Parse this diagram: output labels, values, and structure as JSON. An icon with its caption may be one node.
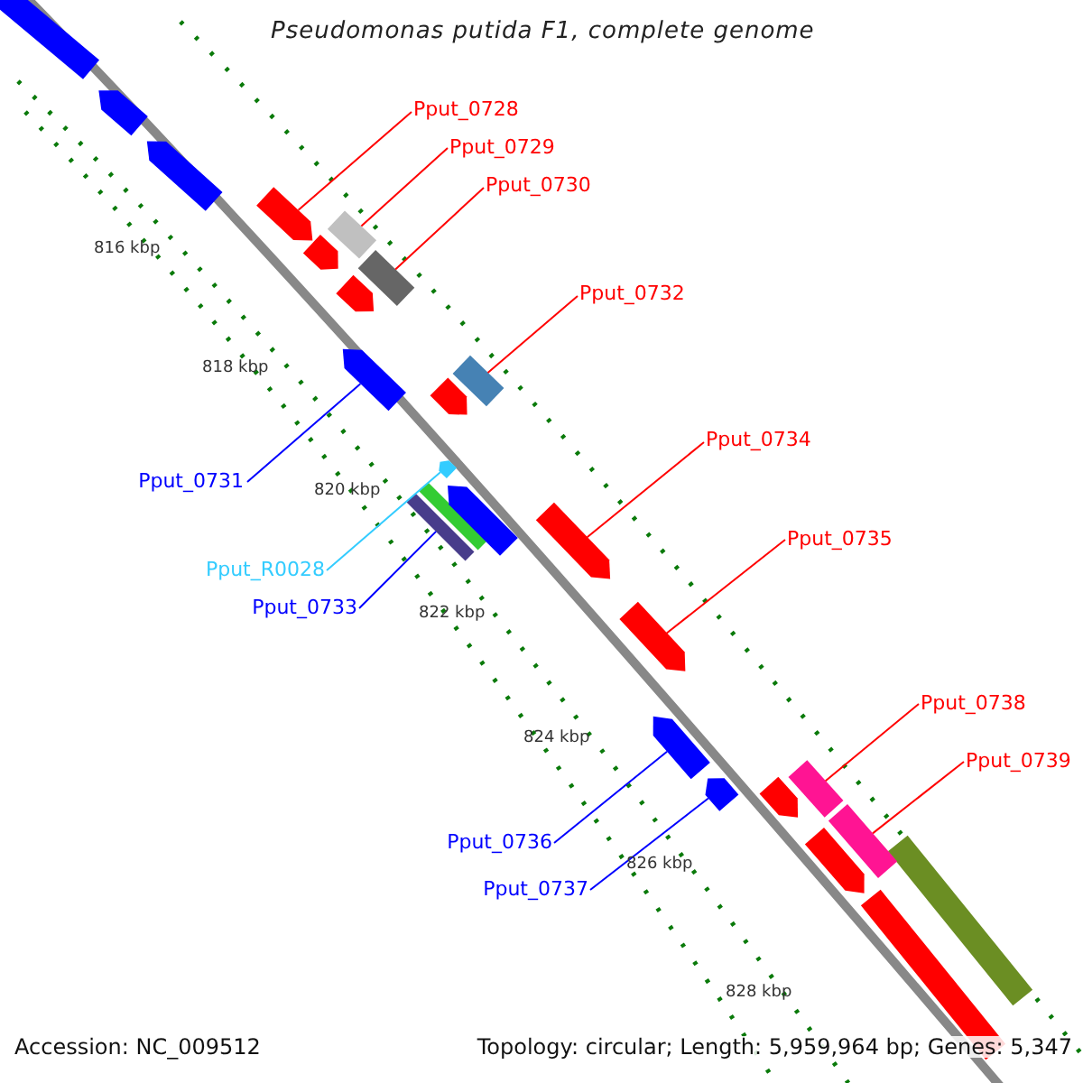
{
  "diagram": {
    "title": "Pseudomonas putida F1, complete genome",
    "nodes": [
      {
        "text": [
          "Pput_0728"
        ]
      },
      {
        "text": [
          "Pput_0729"
        ]
      },
      {
        "text": [
          "Pput_0730"
        ]
      },
      {
        "text": [
          "Pput_0732"
        ]
      },
      {
        "text": [
          "Pput_0731"
        ]
      },
      {
        "text": [
          "Pput_0734"
        ]
      },
      {
        "text": [
          "Pput_R0028"
        ]
      },
      {
        "text": [
          "Pput_0735"
        ]
      },
      {
        "text": [
          "Pput_0733"
        ]
      },
      {
        "text": [
          "Pput_0738"
        ]
      },
      {
        "text": [
          "Pput_0739"
        ]
      },
      {
        "text": [
          "Pput_0736"
        ]
      },
      {
        "text": [
          "Pput_0737"
        ]
      },
      {
        "text": [],
        "shape": "bar"
      },
      {
        "text": [],
        "shape": "bar"
      },
      {
        "text": [],
        "shape": "bar"
      },
      {
        "text": [],
        "shape": "bar"
      },
      {
        "text": [],
        "shape": "bar"
      },
      {
        "text": [],
        "shape": "bar"
      },
      {
        "text": [],
        "shape": "bar"
      },
      {
        "text": [],
        "shape": "bar"
      },
      {
        "text": [],
        "shape": "bar"
      },
      {
        "text": [],
        "shape": "bar"
      },
      {
        "text": [],
        "shape": "bar"
      },
      {
        "text": [],
        "shape": "bar"
      },
      {
        "text": [],
        "shape": "bar"
      }
    ],
    "edges": [
      {
        "from": 0,
        "to": 13,
        "arrow": "none"
      },
      {
        "from": 1,
        "to": 14,
        "arrow": "none"
      },
      {
        "from": 2,
        "to": 15,
        "arrow": "none"
      },
      {
        "from": 3,
        "to": 16,
        "arrow": "none"
      },
      {
        "from": 4,
        "to": 17,
        "arrow": "none",
        "color": "#0000ff"
      },
      {
        "from": 5,
        "to": 18,
        "arrow": "none"
      },
      {
        "from": 6,
        "to": 19,
        "arrow": "none",
        "color": "#33ccff"
      },
      {
        "from": 7,
        "to": 20,
        "arrow": "none"
      },
      {
        "from": 8,
        "to": 21,
        "arrow": "none",
        "color": "#0000ff"
      },
      {
        "from": 9,
        "to": 22,
        "arrow": "none"
      },
      {
        "from": 10,
        "to": 23,
        "arrow": "none"
      },
      {
        "from": 11,
        "to": 24,
        "arrow": "none",
        "color": "#0000ff"
      },
      {
        "from": 12,
        "to": 25,
        "arrow": "none",
        "color": "#0000ff"
      }
    ],
    "labels": [
      "816 kbp",
      "818 kbp",
      "820 kbp",
      "822 kbp",
      "824 kbp",
      "826 kbp",
      "828 kbp",
      "Accession: NC_009512",
      "Topology: circular; Length: 5,959,964 bp; Genes: 5,347"
    ]
  }
}
